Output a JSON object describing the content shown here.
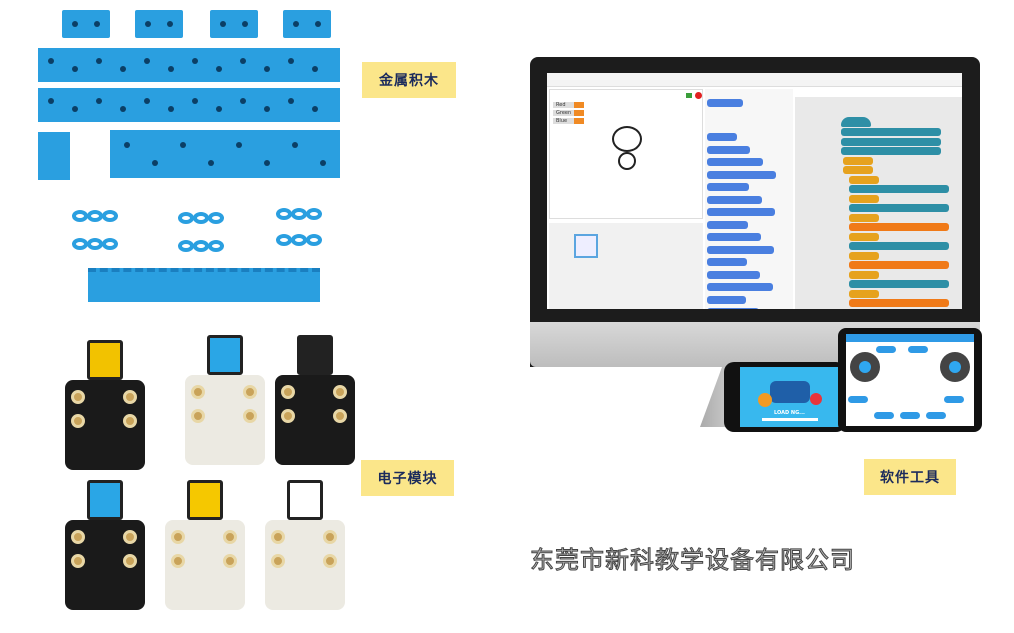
{
  "labels": {
    "metal": "金属积木",
    "electronic": "电子模块",
    "software": "软件工具"
  },
  "company": "东莞市新科教学设备有限公司",
  "software_screen": {
    "vars": [
      "Red",
      "Green",
      "Blue"
    ],
    "phone_loading": "LOAD NG..."
  },
  "colors": {
    "label_bg": "#fbe68a",
    "label_text": "#1c2b5c",
    "metal_blue": "#2a9fe0"
  }
}
